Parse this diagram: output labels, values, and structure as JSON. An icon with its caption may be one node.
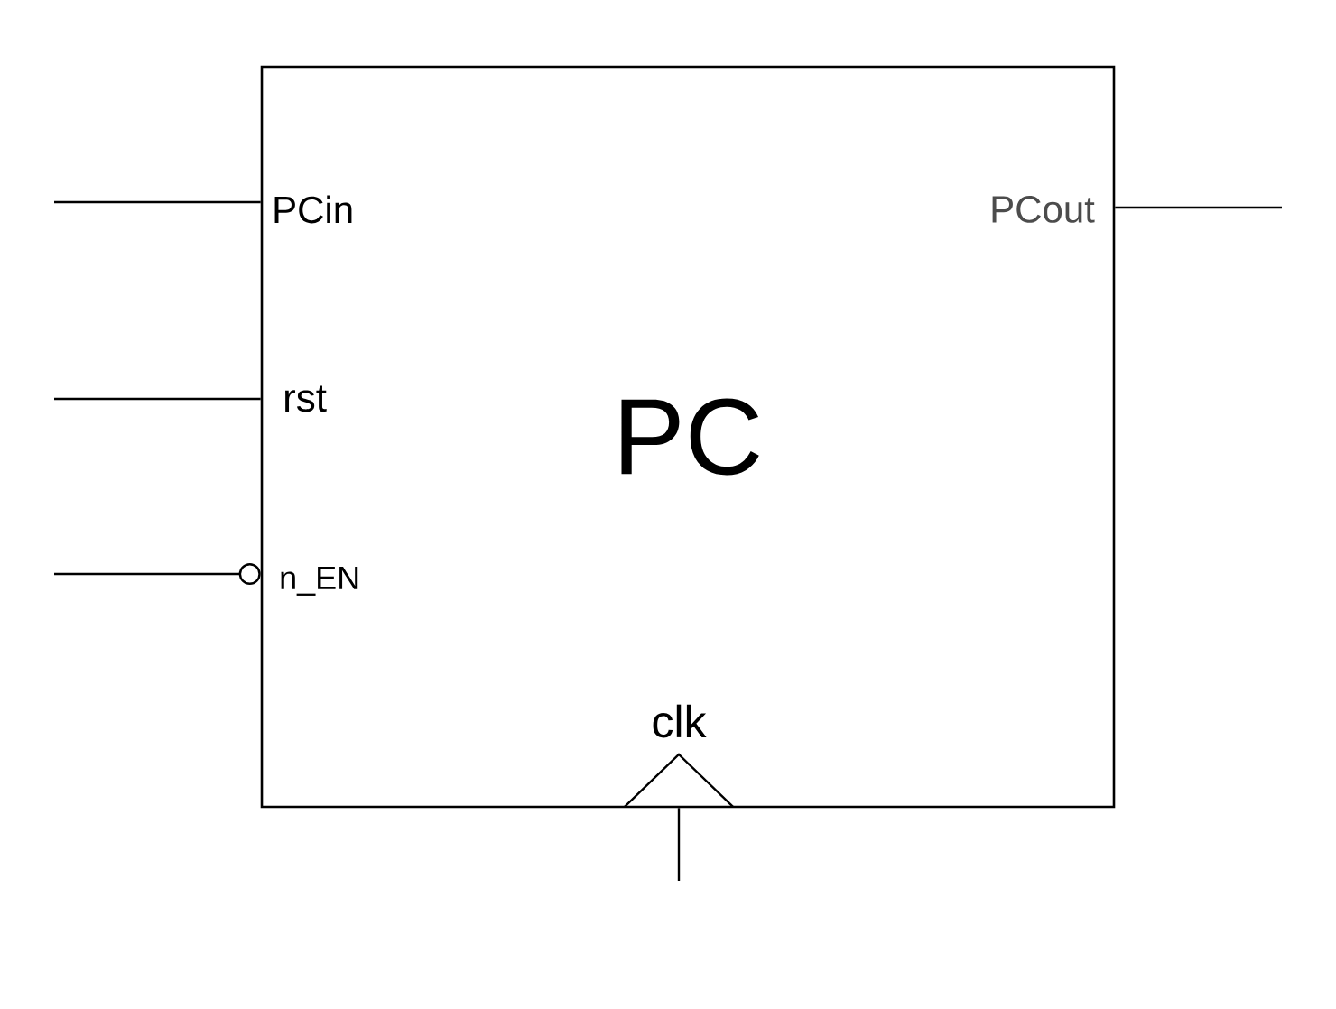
{
  "diagram": {
    "nodes": [
      {
        "text": [
          "PC"
        ]
      },
      {
        "text": [
          "PCin"
        ],
        "in": 0
      },
      {
        "text": [
          "PCout"
        ],
        "in": 0
      },
      {
        "text": [
          "rst"
        ],
        "in": 0
      },
      {
        "text": [
          "n_EN"
        ],
        "in": 0
      },
      {
        "text": [
          "clk"
        ],
        "in": 0
      }
    ],
    "edges": [
      {
        "from": null,
        "to": 1,
        "arrow": "none"
      },
      {
        "from": 2,
        "to": null,
        "arrow": "none"
      },
      {
        "from": null,
        "to": 3,
        "arrow": "none"
      },
      {
        "from": null,
        "to": 4,
        "arrow": "other"
      },
      {
        "from": null,
        "to": 5,
        "arrow": "none"
      }
    ]
  }
}
